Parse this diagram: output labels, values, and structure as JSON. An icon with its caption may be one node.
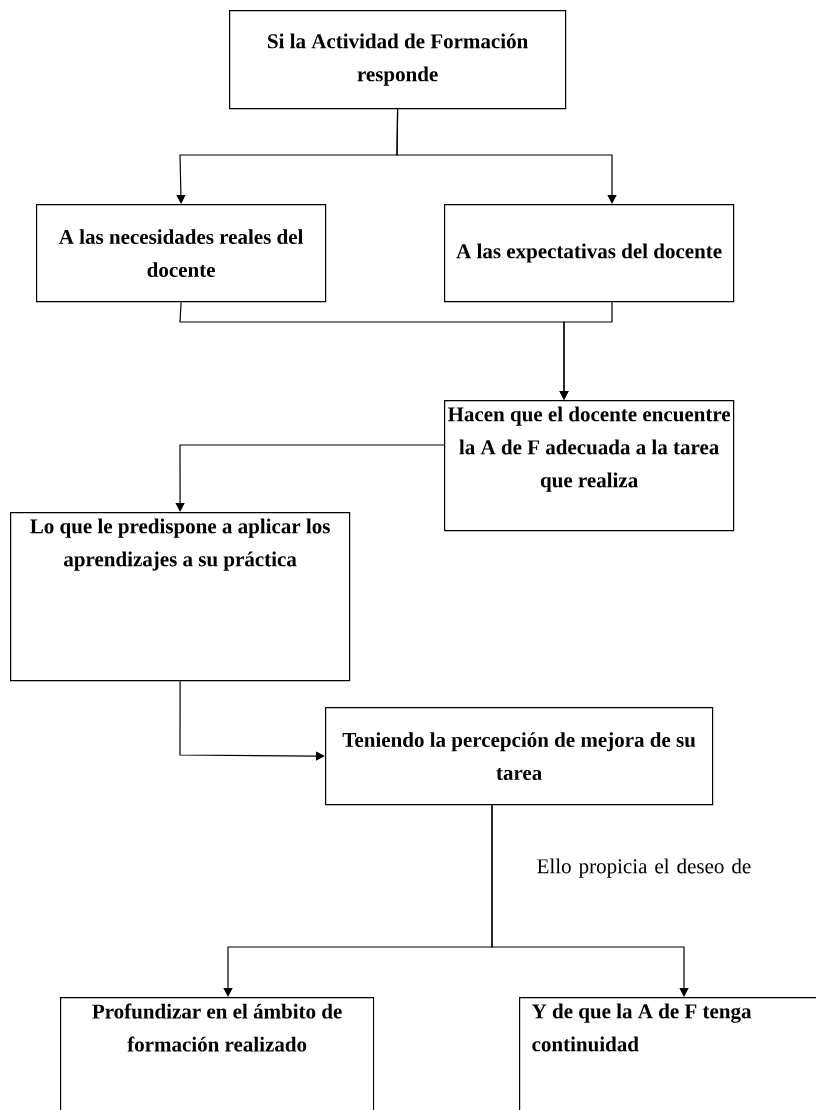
{
  "diagram": {
    "nodes": [
      {
        "text": [
          "Si la Actividad de Formación responde"
        ]
      },
      {
        "text": [
          "A las necesidades reales del docente"
        ]
      },
      {
        "text": [
          "A las expectativas del docente"
        ]
      },
      {
        "text": [
          "Hacen que el docente encuentre la A de F adecuada a la tarea que realiza"
        ]
      },
      {
        "text": [
          "Lo que le predispone a aplicar los aprendizajes a su práctica"
        ]
      },
      {
        "text": [
          "Teniendo la percepción de mejora de su tarea"
        ]
      },
      {
        "text": [
          "Profundizar en el ámbito de formación realizado"
        ]
      },
      {
        "text": [
          "Y de que la A de F tenga continuidad"
        ]
      }
    ],
    "edges": [
      {
        "from": 0,
        "to": 1,
        "arrow": "to"
      },
      {
        "from": 0,
        "to": 2,
        "arrow": "to"
      },
      {
        "from": 1,
        "to": 3,
        "arrow": "to"
      },
      {
        "from": 2,
        "to": 3,
        "arrow": "to"
      },
      {
        "from": 3,
        "to": 4,
        "arrow": "to"
      },
      {
        "from": 4,
        "to": 5,
        "arrow": "to"
      },
      {
        "from": 5,
        "to": 6,
        "arrow": "to"
      },
      {
        "from": 5,
        "to": 7,
        "arrow": "to"
      }
    ],
    "labels": [
      "Ello propicia el deseo de"
    ]
  }
}
